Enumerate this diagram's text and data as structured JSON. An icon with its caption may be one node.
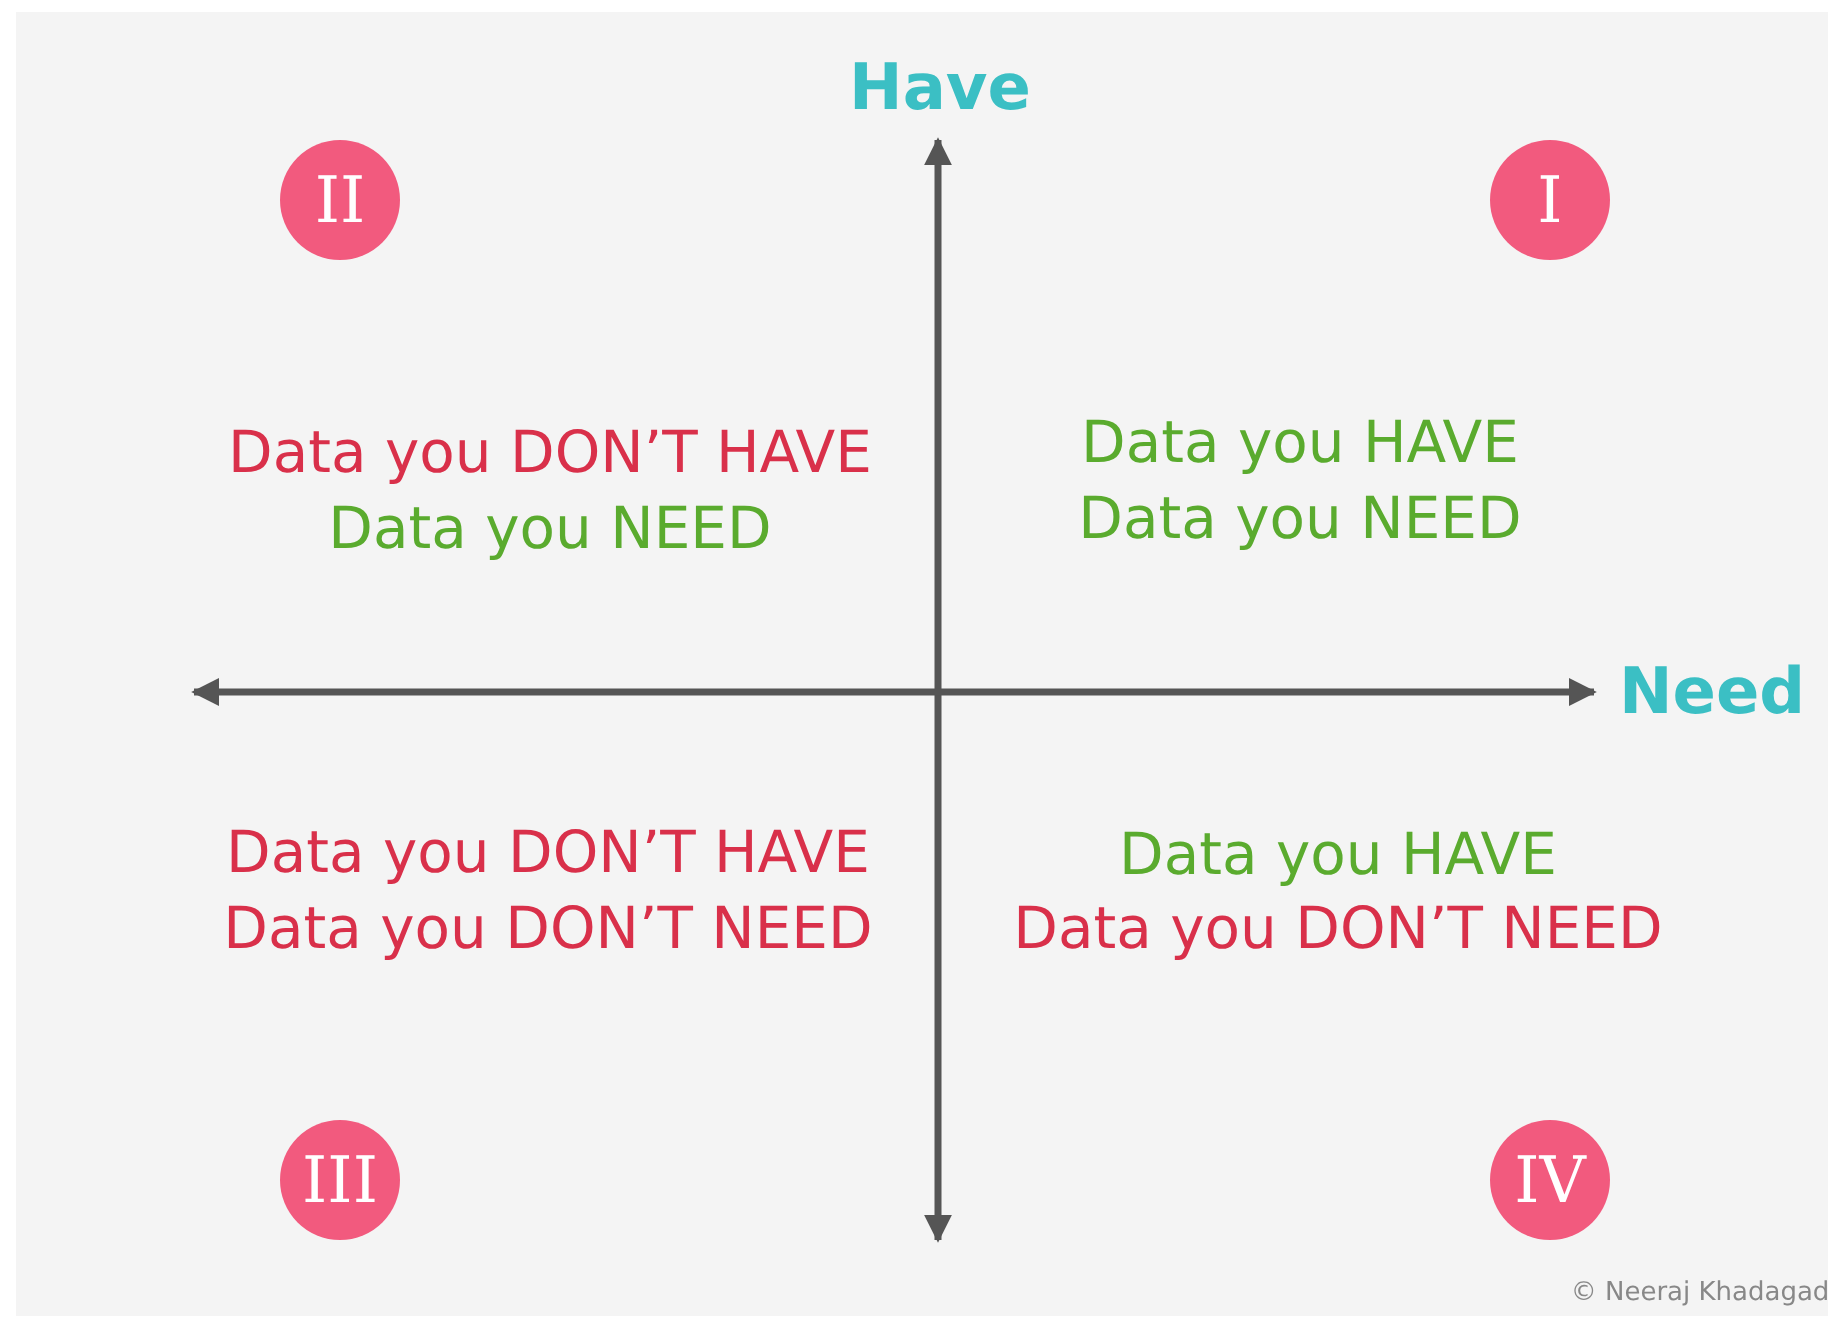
{
  "diagram": {
    "nodes": [
      {
        "text": [
          "II"
        ]
      },
      {
        "text": [
          "I"
        ]
      },
      {
        "text": [
          "III"
        ]
      },
      {
        "text": [
          "IV"
        ]
      }
    ],
    "edges": [],
    "labels": [
      "Have",
      "Data you DON’T HAVE",
      "Data you NEED",
      "Data you HAVE",
      "Data you NEED",
      "Need",
      "Data you DON’T HAVE",
      "Data you DON’T NEED",
      "Data you HAVE",
      "Data you DON’T NEED",
      "© Neeraj Khadagad"
    ]
  }
}
